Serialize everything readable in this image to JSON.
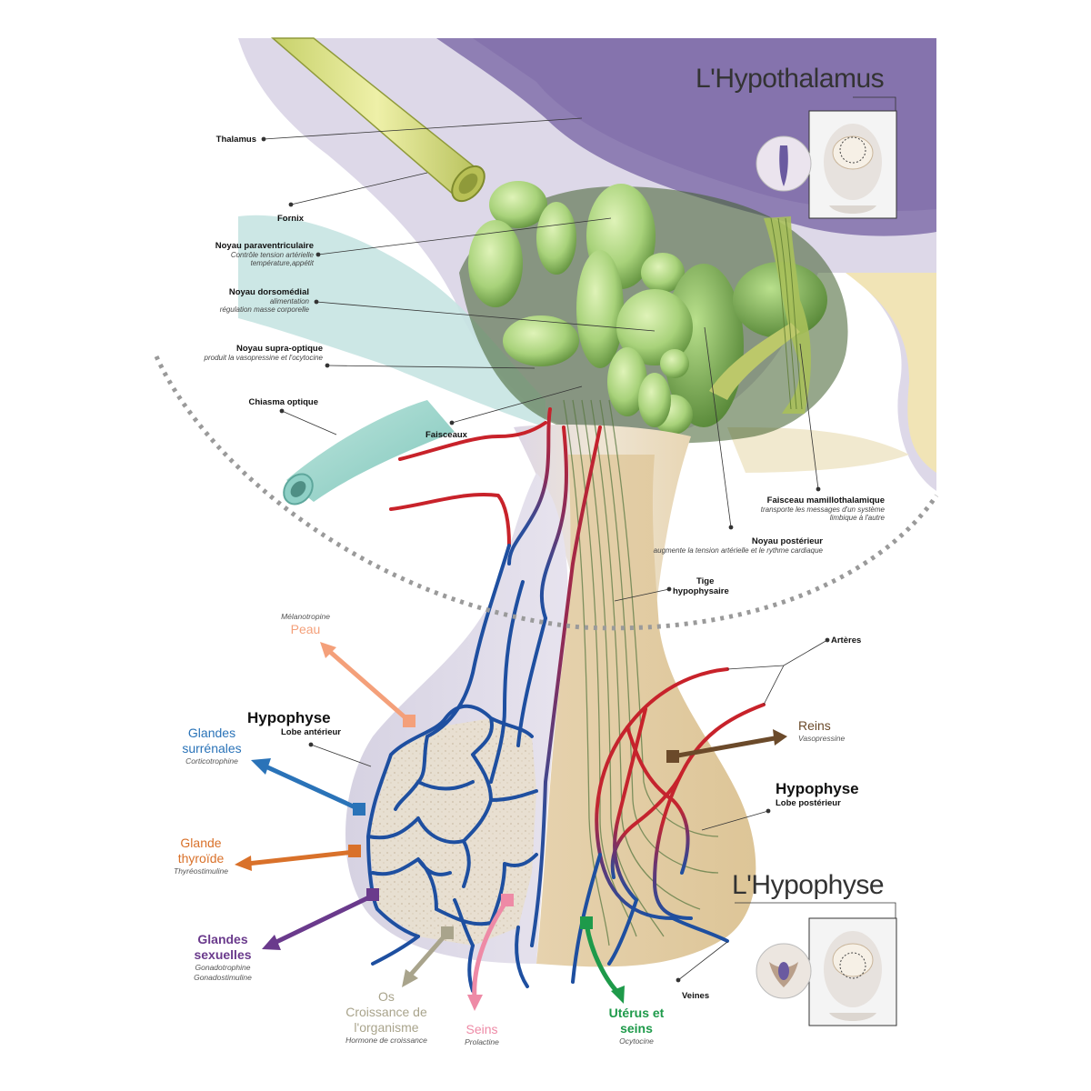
{
  "titles": {
    "hypothalamus": "L'Hypothalamus",
    "hypophyse": "L'Hypophyse"
  },
  "structures": {
    "thalamus": "Thalamus",
    "fornix": "Fornix",
    "paraventriculaire": {
      "name": "Noyau paraventriculaire",
      "desc1": "Contrôle tension artérielle",
      "desc2": "température,appétit"
    },
    "dorsomedial": {
      "name": "Noyau dorsomédial",
      "desc1": "alimentation",
      "desc2": "régulation masse corporelle"
    },
    "supraoptique": {
      "name": "Noyau supra-optique",
      "desc1": "produit la vasopressine et l'ocytocine"
    },
    "chiasma": "Chiasma optique",
    "faisceaux": "Faisceaux",
    "mamillothalamique": {
      "name": "Faisceau mamillothalamique",
      "desc1": "transporte les messages d'un système",
      "desc2": "limbique à l'autre"
    },
    "posterieur": {
      "name": "Noyau postérieur",
      "desc1": "augmente la tension artérielle et le rythme cardiaque"
    },
    "tige": {
      "line1": "Tige",
      "line2": "hypophysaire"
    },
    "arteres": "Artères",
    "veines": "Veines",
    "hypo_ant": {
      "name": "Hypophyse",
      "lobe": "Lobe antérieur"
    },
    "hypo_post": {
      "name": "Hypophyse",
      "lobe": "Lobe postérieur"
    }
  },
  "targets": {
    "peau": {
      "hormone": "Mélanotropine",
      "name": "Peau",
      "color": "#f4a07a"
    },
    "surrenales": {
      "name1": "Glandes",
      "name2": "surrénales",
      "hormone": "Corticotrophine",
      "color": "#2a73b8"
    },
    "thyroide": {
      "name1": "Glande",
      "name2": "thyroïde",
      "hormone": "Thyréostimuline",
      "color": "#d9712a"
    },
    "sexuelles": {
      "name1": "Glandes",
      "name2": "sexuelles",
      "hormone1": "Gonadotrophine",
      "hormone2": "Gonadostimuline",
      "color": "#6a3a8c"
    },
    "os": {
      "name1": "Os",
      "name2": "Croissance de",
      "name3": "l'organisme",
      "hormone": "Hormone de croissance",
      "color": "#a9a48c"
    },
    "seins": {
      "name": "Seins",
      "hormone": "Prolactine",
      "color": "#ee8aa6"
    },
    "uterus": {
      "name1": "Utérus et",
      "name2": "seins",
      "hormone": "Ocytocine",
      "color": "#1e9a4a"
    },
    "reins": {
      "name": "Reins",
      "hormone": "Vasopressine",
      "color": "#6b4a2a"
    }
  }
}
